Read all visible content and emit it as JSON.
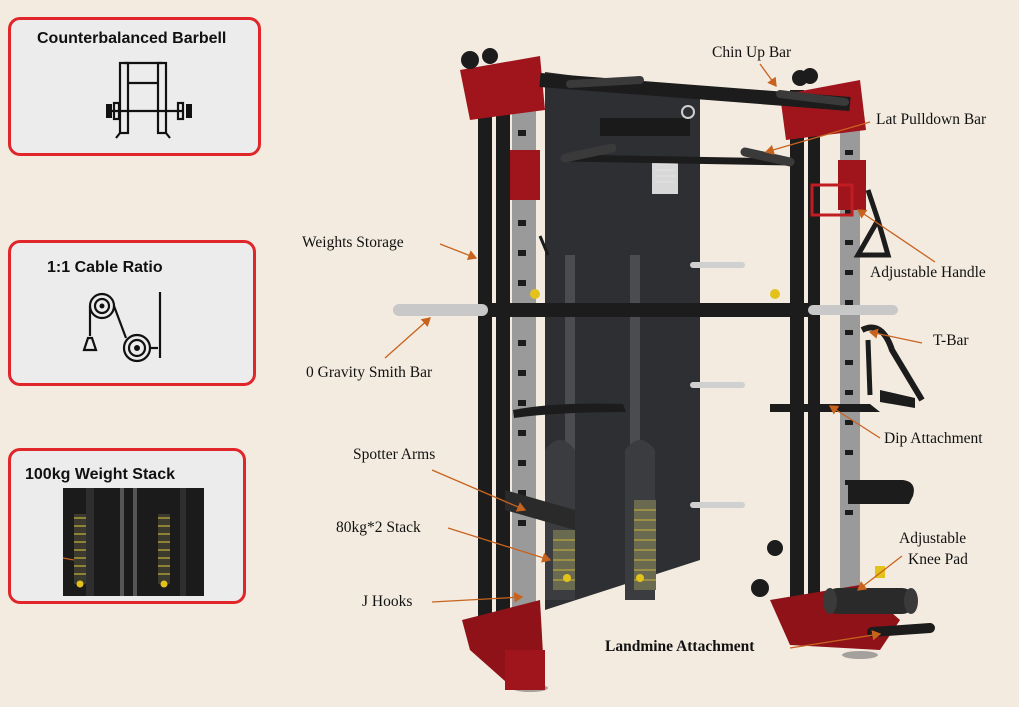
{
  "cards": {
    "barbell": {
      "title": "Counterbalanced Barbell",
      "icon": "smith-rack-icon"
    },
    "cable": {
      "title": "1:1 Cable Ratio",
      "icon": "pulley-cable-icon"
    },
    "stack": {
      "title": "100kg Weight Stack",
      "icon": "weight-stack-photo"
    }
  },
  "callouts": {
    "chin_up_bar": "Chin Up Bar",
    "lat_pulldown_bar": "Lat Pulldown Bar",
    "weights_storage": "Weights Storage",
    "adjustable_handle": "Adjustable Handle",
    "smith_bar": "0 Gravity Smith Bar",
    "t_bar": "T-Bar",
    "spotter_arms": "Spotter Arms",
    "dip_attachment": "Dip Attachment",
    "stack_80kg": "80kg*2 Stack",
    "knee_pad_line1": "Adjustable",
    "knee_pad_line2": "Knee Pad",
    "j_hooks": "J Hooks",
    "landmine": "Landmine Attachment"
  },
  "colors": {
    "background": "#f3ebe0",
    "card_border": "#e0262a",
    "arrow": "#c8631e",
    "frame_red": "#a0141c",
    "frame_black": "#1c1c1c"
  }
}
